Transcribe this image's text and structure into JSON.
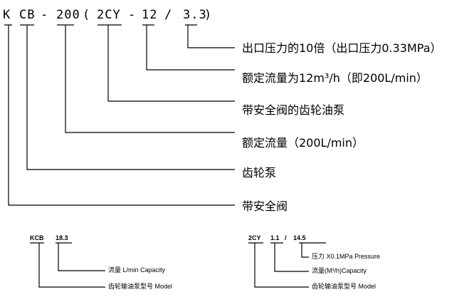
{
  "main": {
    "code_parts": [
      "K",
      "CB",
      "-",
      "200",
      "(",
      "2CY",
      "-",
      "12",
      "/",
      "3.3",
      ")"
    ],
    "annotations": [
      "出口压力的10倍（出口压力0.33MPa）",
      "额定流量为12m³/h（即200L/min）",
      "带安全阀的齿轮油泵",
      "额定流量（200L/min）",
      "齿轮泵",
      "带安全阀"
    ]
  },
  "left_legend": {
    "code_parts": [
      "KCB",
      "18.3"
    ],
    "labels": [
      "流量 L/min Capacity",
      "齿轮输油泵型号 Model"
    ]
  },
  "right_legend": {
    "code_parts": [
      "2CY",
      "1.1",
      "/",
      "14.5"
    ],
    "labels": [
      "压力 X0.1MPa    Pressure",
      "流量(M³/h)Capacity",
      "齿轮输油泵型号 Model"
    ]
  }
}
